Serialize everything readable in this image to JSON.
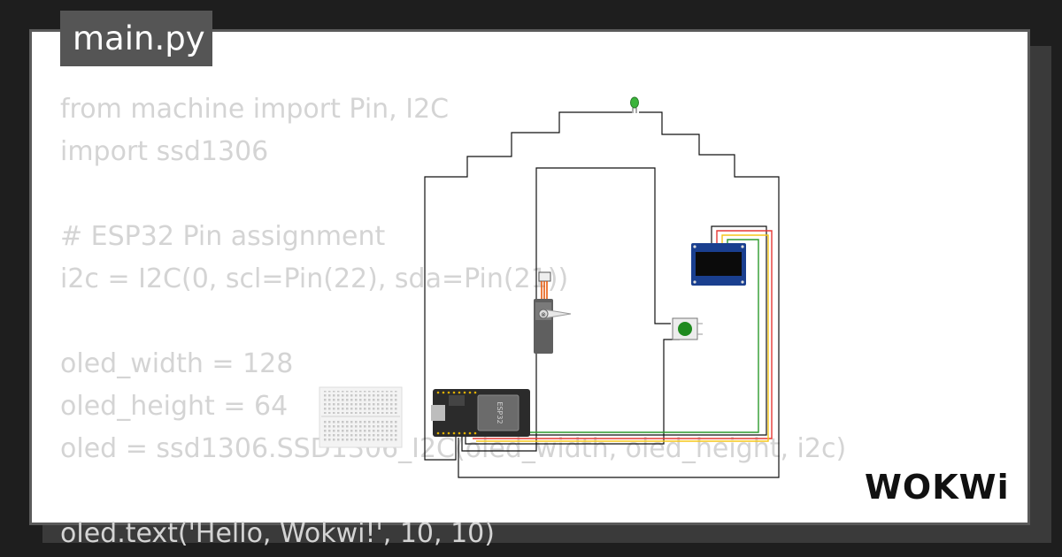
{
  "tab": {
    "filename": "main.py"
  },
  "code_lines": [
    "from machine import Pin, I2C",
    "import ssd1306",
    "",
    "# ESP32 Pin assignment",
    "i2c = I2C(0, scl=Pin(22), sda=Pin(21))",
    "",
    "oled_width = 128",
    "oled_height = 64",
    "oled = ssd1306.SSD1306_I2C(oled_width, oled_height, i2c)",
    "",
    "oled.text('Hello, Wokwi!', 10, 10)"
  ],
  "diagram": {
    "esp32_chip_label": "ESP32",
    "components": [
      "breadboard",
      "esp32-devkit",
      "servo",
      "pushbutton",
      "led",
      "oled-ssd1306"
    ]
  },
  "logo": {
    "text": "WOKWi"
  },
  "colors": {
    "background": "#1e1e1e",
    "card": "#ffffff",
    "tab": "#555555",
    "code_text": "#d4d4d4",
    "wire": "#000000",
    "wire_red": "#e53935",
    "wire_yellow": "#f5c518",
    "wire_green": "#2e9b2e",
    "led": "#3cb43c",
    "button": "#1f8a1f",
    "oled_blue": "#1a3f8f"
  }
}
